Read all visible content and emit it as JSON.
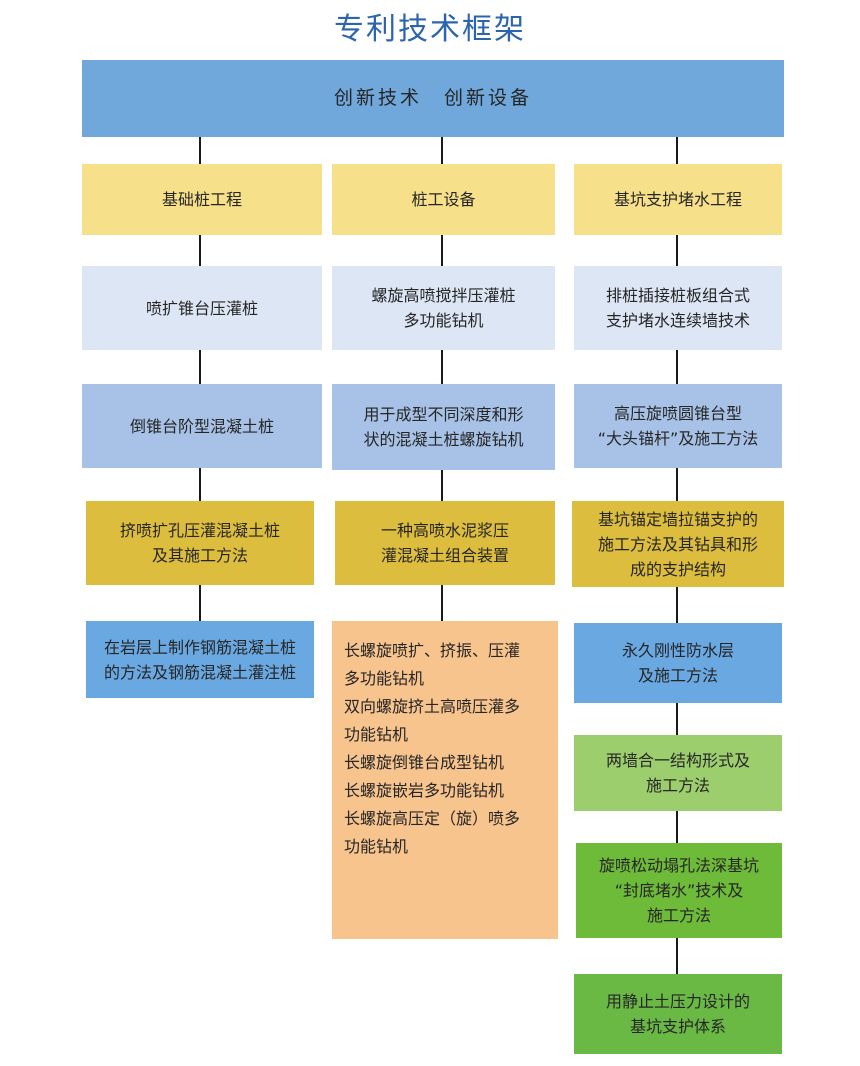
{
  "title": "专利技术框架",
  "root": "创新技术　创新设备",
  "columns": [
    {
      "header": "基础桩工程",
      "items": [
        "喷扩锥台压灌桩",
        "倒锥台阶型混凝土桩",
        "挤喷扩孔压灌混凝土桩\n及其施工方法",
        "在岩层上制作钢筋混凝土桩\n的方法及钢筋混凝土灌注桩"
      ]
    },
    {
      "header": "桩工设备",
      "items": [
        "螺旋高喷搅拌压灌桩\n多功能钻机",
        "用于成型不同深度和形\n状的混凝土桩螺旋钻机",
        "一种高喷水泥浆压\n灌混凝土组合装置"
      ],
      "list": [
        "长螺旋喷扩、挤振、压灌\n多功能钻机",
        "双向螺旋挤土高喷压灌多\n功能钻机",
        "长螺旋倒锥台成型钻机",
        "长螺旋嵌岩多功能钻机",
        "长螺旋高压定（旋）喷多\n功能钻机"
      ]
    },
    {
      "header": "基坑支护堵水工程",
      "items": [
        "排桩插接桩板组合式\n支护堵水连续墙技术",
        "高压旋喷圆锥台型\n“大头锚杆”及施工方法",
        "基坑锚定墙拉锚支护的\n施工方法及其钻具和形\n成的支护结构",
        "永久刚性防水层\n及施工方法",
        "两墙合一结构形式及\n施工方法",
        "旋喷松动塌孔法深基坑\n“封底堵水”技术及\n施工方法",
        "用静止土压力设计的\n基坑支护体系"
      ]
    }
  ],
  "colors": {
    "title": "#2c64ae",
    "root": "#70a8dc",
    "header": "#f7e08a",
    "pale_blue": "#dce6f4",
    "mid_blue": "#a7c2e6",
    "gold": "#ddbd3e",
    "sky_blue": "#6aa8e2",
    "peach": "#f7c48e",
    "light_green": "#9dce6d",
    "green": "#6eba39"
  }
}
